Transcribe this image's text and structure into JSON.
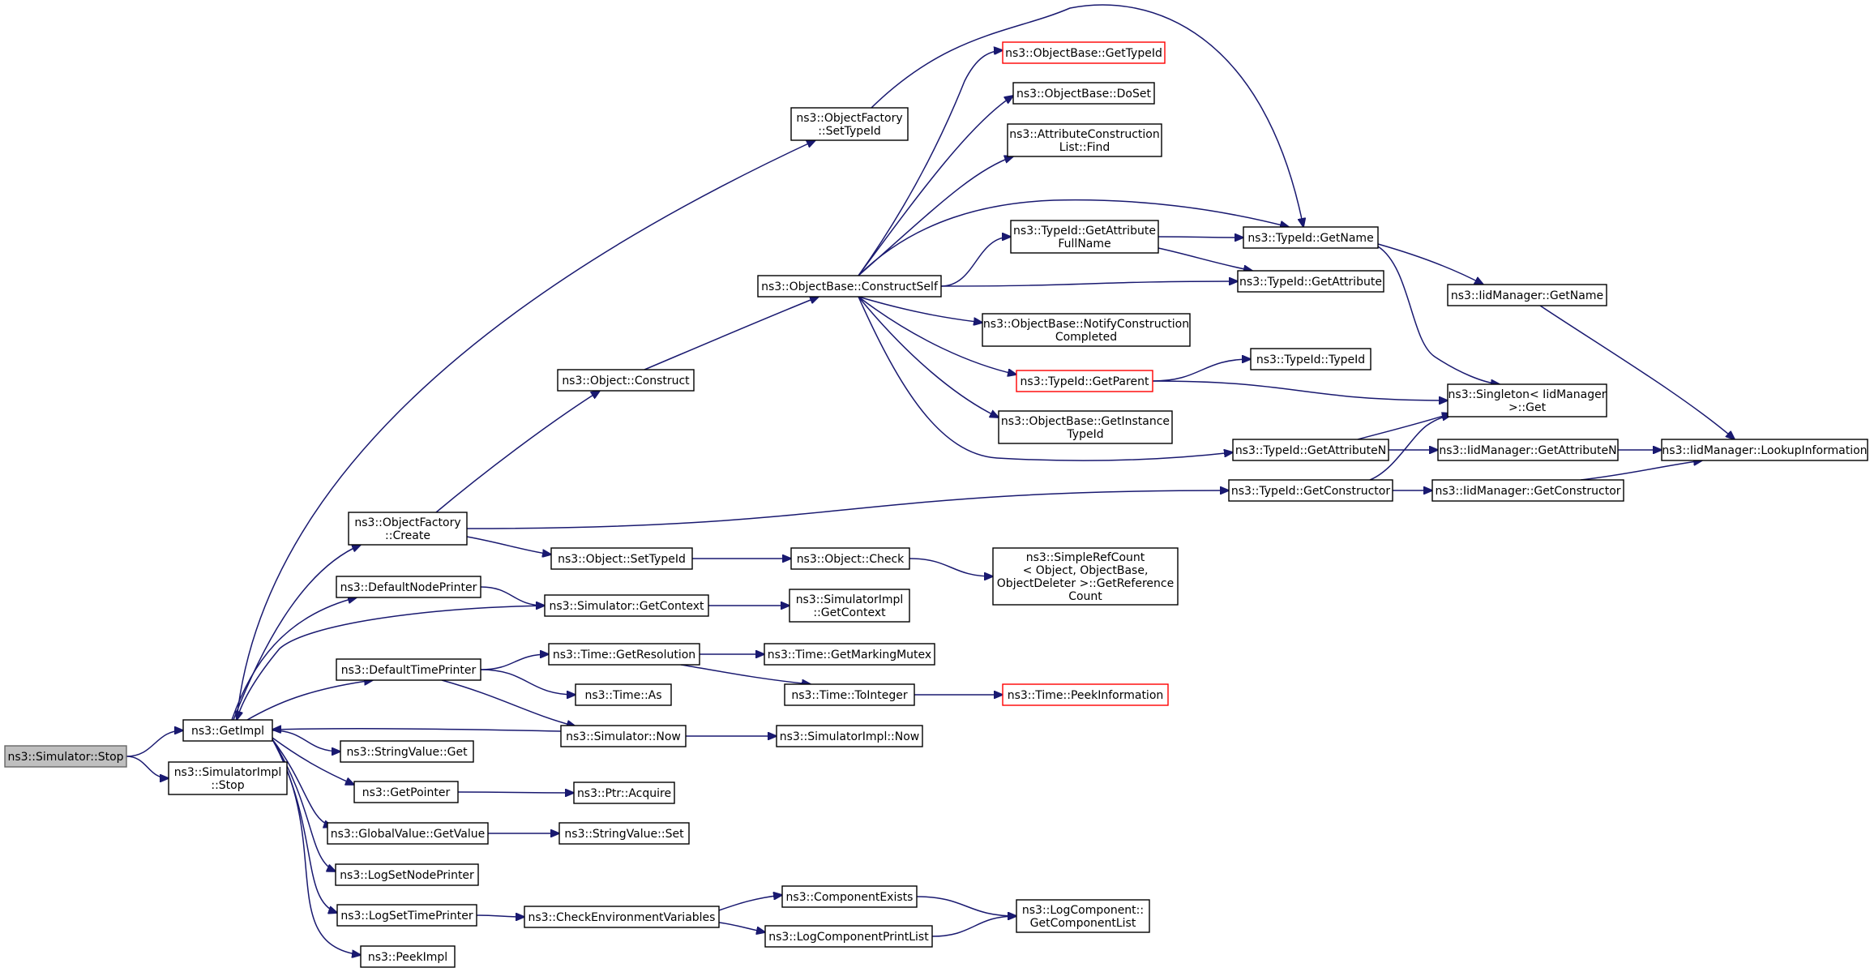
{
  "colors": {
    "edge": "#191970",
    "root_fill": "#bfbfbf",
    "truncated_border": "#ff0000",
    "node_border": "#000000"
  },
  "nodes": {
    "stop": {
      "label": "ns3::Simulator::Stop",
      "root": true
    },
    "getimpl": {
      "label": "ns3::GetImpl"
    },
    "simimplstop": {
      "label": "ns3::SimulatorImpl\n::Stop"
    },
    "ofsettypeid": {
      "label": "ns3::ObjectFactory\n::SetTypeId"
    },
    "ofcreate": {
      "label": "ns3::ObjectFactory\n::Create"
    },
    "defnodeprint": {
      "label": "ns3::DefaultNodePrinter"
    },
    "deftimeprint": {
      "label": "ns3::DefaultTimePrinter"
    },
    "strvalget": {
      "label": "ns3::StringValue::Get"
    },
    "getpointer": {
      "label": "ns3::GetPointer"
    },
    "gvgetvalue": {
      "label": "ns3::GlobalValue::GetValue"
    },
    "logsetnode": {
      "label": "ns3::LogSetNodePrinter"
    },
    "logsettime": {
      "label": "ns3::LogSetTimePrinter"
    },
    "peekimpl": {
      "label": "ns3::PeekImpl"
    },
    "objconstruct": {
      "label": "ns3::Object::Construct"
    },
    "objsettypeid": {
      "label": "ns3::Object::SetTypeId"
    },
    "simgetctx": {
      "label": "ns3::Simulator::GetContext"
    },
    "timegetres": {
      "label": "ns3::Time::GetResolution"
    },
    "timeas": {
      "label": "ns3::Time::As"
    },
    "simnow": {
      "label": "ns3::Simulator::Now"
    },
    "ptracquire": {
      "label": "ns3::Ptr::Acquire"
    },
    "strvalset": {
      "label": "ns3::StringValue::Set"
    },
    "checkenv": {
      "label": "ns3::CheckEnvironmentVariables"
    },
    "obconstself": {
      "label": "ns3::ObjectBase::ConstructSelf"
    },
    "objcheck": {
      "label": "ns3::Object::Check"
    },
    "simimplgetctx": {
      "label": "ns3::SimulatorImpl\n::GetContext"
    },
    "timegetmark": {
      "label": "ns3::Time::GetMarkingMutex"
    },
    "timetoint": {
      "label": "ns3::Time::ToInteger"
    },
    "simimplnow": {
      "label": "ns3::SimulatorImpl::Now"
    },
    "compexists": {
      "label": "ns3::ComponentExists"
    },
    "logcompprint": {
      "label": "ns3::LogComponentPrintList"
    },
    "obgettypeid": {
      "label": "ns3::ObjectBase::GetTypeId",
      "truncated": true
    },
    "obdoset": {
      "label": "ns3::ObjectBase::DoSet"
    },
    "acfind": {
      "label": "ns3::AttributeConstruction\nList::Find"
    },
    "tidgetattrfull": {
      "label": "ns3::TypeId::GetAttribute\nFullName"
    },
    "obnotify": {
      "label": "ns3::ObjectBase::NotifyConstruction\nCompleted"
    },
    "tidgetparent": {
      "label": "ns3::TypeId::GetParent",
      "truncated": true
    },
    "obgetinst": {
      "label": "ns3::ObjectBase::GetInstance\nTypeId"
    },
    "srcgetref": {
      "label": "ns3::SimpleRefCount\n< Object, ObjectBase,\nObjectDeleter >::GetReference\nCount"
    },
    "timepeek": {
      "label": "ns3::Time::PeekInformation",
      "truncated": true
    },
    "logcompget": {
      "label": "ns3::LogComponent::\nGetComponentList"
    },
    "tidgetname": {
      "label": "ns3::TypeId::GetName"
    },
    "tidgetattr": {
      "label": "ns3::TypeId::GetAttribute"
    },
    "tidtypeid": {
      "label": "ns3::TypeId::TypeId"
    },
    "tidgetattrn": {
      "label": "ns3::TypeId::GetAttributeN"
    },
    "tidgetctor": {
      "label": "ns3::TypeId::GetConstructor"
    },
    "iidgetname": {
      "label": "ns3::IidManager::GetName"
    },
    "singleton": {
      "label": "ns3::Singleton< IidManager\n>::Get"
    },
    "iidgetattrn": {
      "label": "ns3::IidManager::GetAttributeN"
    },
    "iidgetctor": {
      "label": "ns3::IidManager::GetConstructor"
    },
    "iidlookup": {
      "label": "ns3::IidManager::LookupInformation"
    }
  }
}
